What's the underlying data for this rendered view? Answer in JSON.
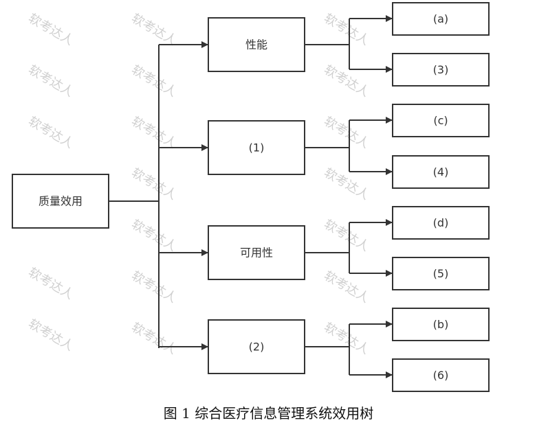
{
  "diagram": {
    "root": "质量效用",
    "children": [
      {
        "label": "性能",
        "leaves": [
          "(a)",
          "(3)"
        ]
      },
      {
        "label": "(1)",
        "leaves": [
          "(c)",
          "(4)"
        ]
      },
      {
        "label": "可用性",
        "leaves": [
          "(d)",
          "(5)"
        ]
      },
      {
        "label": "(2)",
        "leaves": [
          "(b)",
          "(6)"
        ]
      }
    ]
  },
  "watermark": "软考达人",
  "caption": "图 1   综合医疗信息管理系统效用树"
}
